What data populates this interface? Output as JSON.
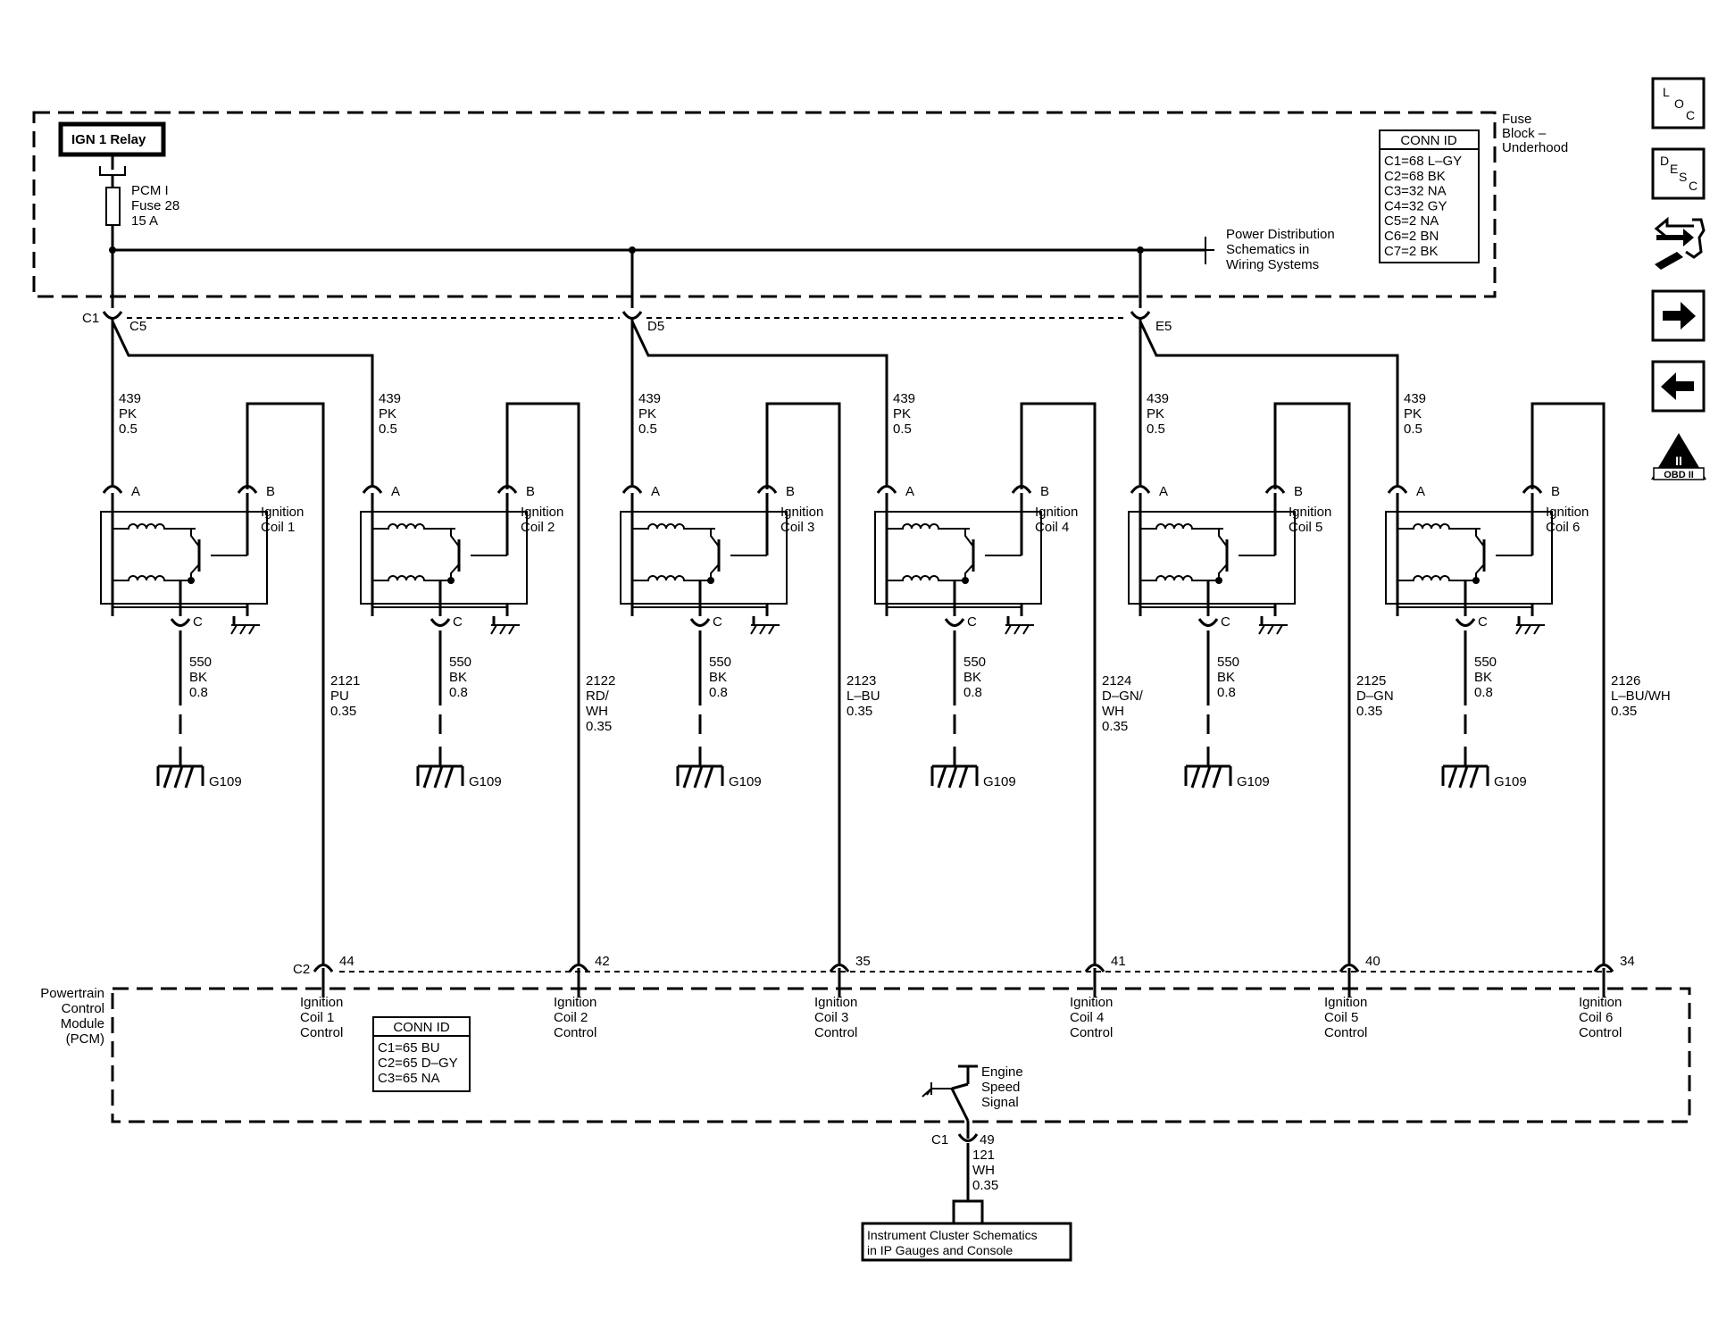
{
  "fuse_block": {
    "relay_label": "IGN 1 Relay",
    "fuse_lines": [
      "PCM I",
      "Fuse 28",
      "15 A"
    ],
    "title_lines": [
      "Fuse",
      "Block –",
      "Underhood"
    ],
    "conn_id_title": "CONN ID",
    "conn_ids": [
      "C1=68 L–GY",
      "C2=68 BK",
      "C3=32 NA",
      "C4=32 GY",
      "C5=2 NA",
      "C6=2 BN",
      "C7=2 BK"
    ],
    "power_dist_lines": [
      "Power Distribution",
      "Schematics in",
      "Wiring Systems"
    ]
  },
  "connectors": {
    "c1": "C1",
    "c5": "C5",
    "d5": "D5",
    "e5": "E5",
    "c2": "C2"
  },
  "feed_wire": [
    "439",
    "PK",
    "0.5"
  ],
  "pin_labels": {
    "a": "A",
    "b": "B",
    "c": "C"
  },
  "ground_wire": [
    "550",
    "BK",
    "0.8"
  ],
  "ground_label": "G109",
  "coils": [
    {
      "name": [
        "Ignition",
        "Coil 1"
      ],
      "control_wire": [
        "2121",
        "PU",
        "0.35"
      ],
      "pin": "44",
      "pcm_label": [
        "Ignition",
        "Coil 1",
        "Control"
      ]
    },
    {
      "name": [
        "Ignition",
        "Coil 2"
      ],
      "control_wire": [
        "2122",
        "RD/",
        "WH",
        "0.35"
      ],
      "pin": "42",
      "pcm_label": [
        "Ignition",
        "Coil 2",
        "Control"
      ]
    },
    {
      "name": [
        "Ignition",
        "Coil 3"
      ],
      "control_wire": [
        "2123",
        "L–BU",
        "0.35"
      ],
      "pin": "35",
      "pcm_label": [
        "Ignition",
        "Coil 3",
        "Control"
      ]
    },
    {
      "name": [
        "Ignition",
        "Coil 4"
      ],
      "control_wire": [
        "2124",
        "D–GN/",
        "WH",
        "0.35"
      ],
      "pin": "41",
      "pcm_label": [
        "Ignition",
        "Coil 4",
        "Control"
      ]
    },
    {
      "name": [
        "Ignition",
        "Coil 5"
      ],
      "control_wire": [
        "2125",
        "D–GN",
        "0.35"
      ],
      "pin": "40",
      "pcm_label": [
        "Ignition",
        "Coil 5",
        "Control"
      ]
    },
    {
      "name": [
        "Ignition",
        "Coil 6"
      ],
      "control_wire": [
        "2126",
        "L–BU/WH",
        "0.35"
      ],
      "pin": "34",
      "pcm_label": [
        "Ignition",
        "Coil 6",
        "Control"
      ]
    }
  ],
  "pcm": {
    "title_lines": [
      "Powertrain",
      "Control",
      "Module",
      "(PCM)"
    ],
    "conn_id_title": "CONN ID",
    "conn_ids": [
      "C1=65 BU",
      "C2=65 D–GY",
      "C3=65 NA"
    ],
    "engine_speed_lines": [
      "Engine",
      "Speed",
      "Signal"
    ],
    "out_connector": "C1",
    "out_pin": "49",
    "out_wire": [
      "121",
      "WH",
      "0.35"
    ]
  },
  "instrument_box_lines": [
    "Instrument Cluster Schematics",
    "in IP Gauges and Console"
  ],
  "nav_icons": [
    {
      "name": "loc-icon",
      "letters": [
        "L",
        "O",
        "C"
      ]
    },
    {
      "name": "desc-icon",
      "letters": [
        "D",
        "E",
        "S",
        "C"
      ]
    },
    {
      "name": "diagnostic-icon"
    },
    {
      "name": "next-arrow-icon"
    },
    {
      "name": "prev-arrow-icon"
    },
    {
      "name": "obd-ii-icon",
      "text": [
        "II",
        "OBD II"
      ]
    }
  ]
}
